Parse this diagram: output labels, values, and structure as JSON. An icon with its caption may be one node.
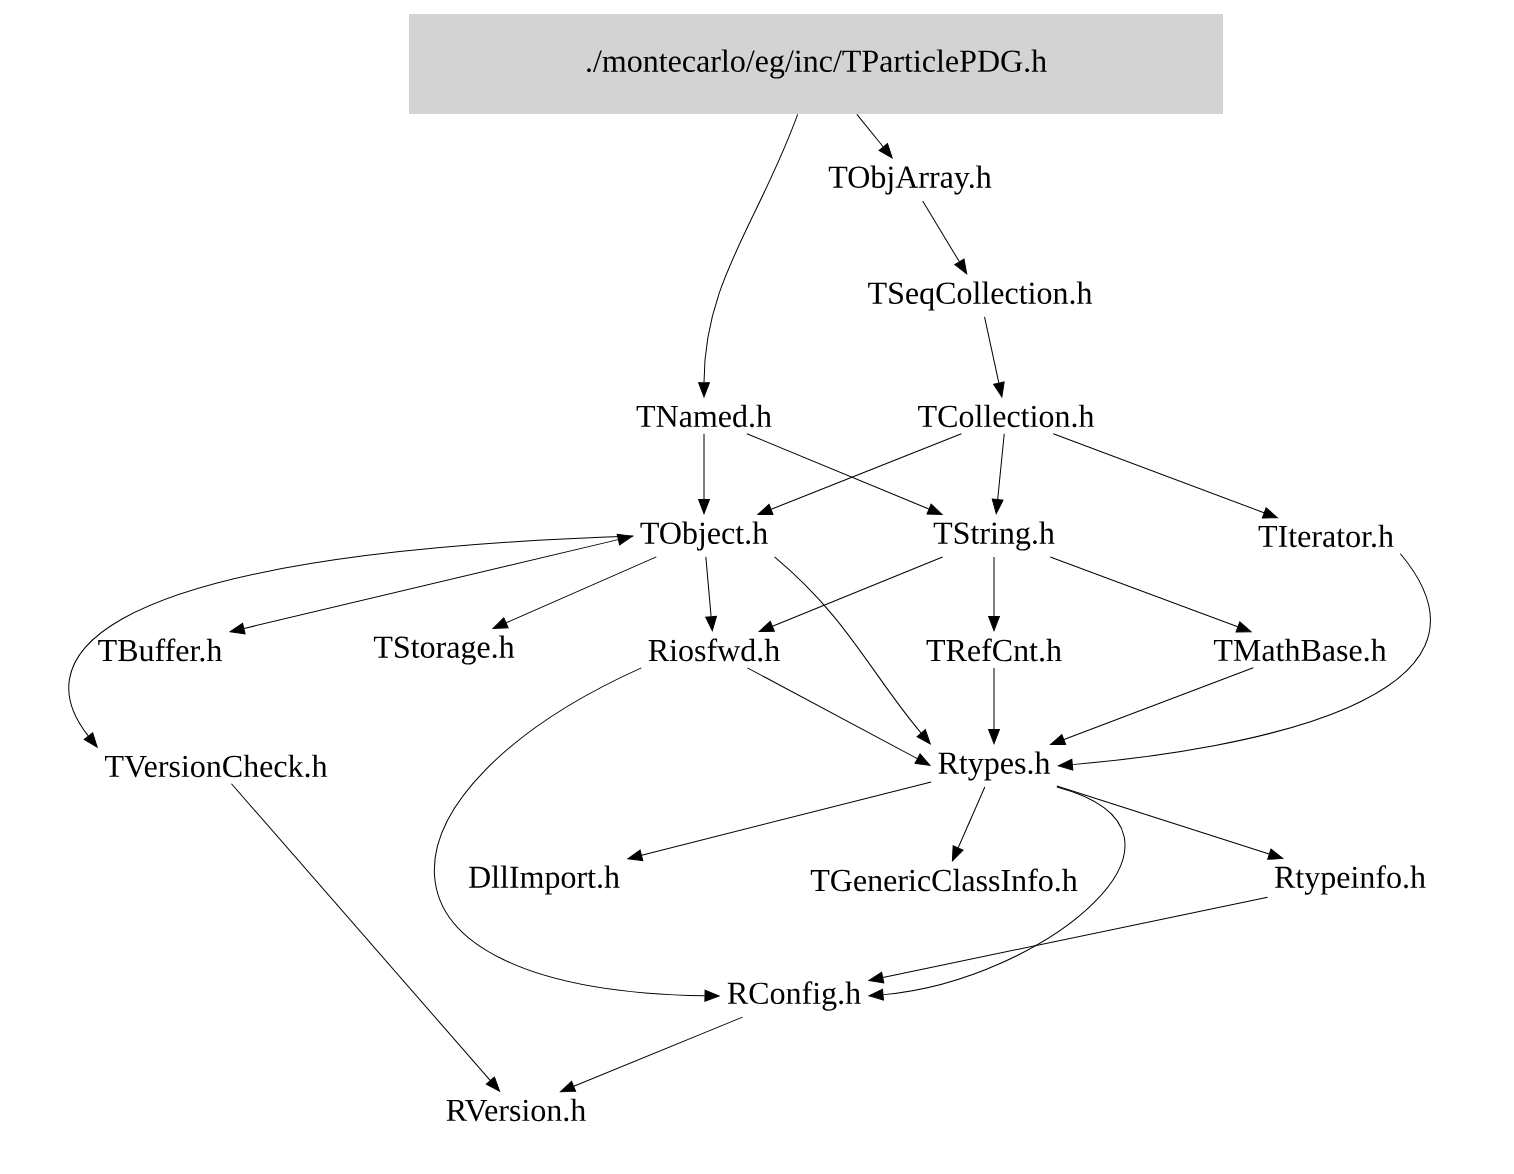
{
  "diagram": {
    "nodes": [
      {
        "text": [
          "./montecarlo/eg/inc/TParticlePDG.h"
        ]
      },
      {
        "text": [
          "TObjArray.h"
        ]
      },
      {
        "text": [
          "TSeqCollection.h"
        ]
      },
      {
        "text": [
          "TNamed.h"
        ]
      },
      {
        "text": [
          "TCollection.h"
        ]
      },
      {
        "text": [
          "TObject.h"
        ]
      },
      {
        "text": [
          "TString.h"
        ]
      },
      {
        "text": [
          "TIterator.h"
        ]
      },
      {
        "text": [
          "TBuffer.h"
        ]
      },
      {
        "text": [
          "TStorage.h"
        ]
      },
      {
        "text": [
          "Riosfwd.h"
        ]
      },
      {
        "text": [
          "TRefCnt.h"
        ]
      },
      {
        "text": [
          "TMathBase.h"
        ]
      },
      {
        "text": [
          "TVersionCheck.h"
        ]
      },
      {
        "text": [
          "Rtypes.h"
        ]
      },
      {
        "text": [
          "DllImport.h"
        ]
      },
      {
        "text": [
          "TGenericClassInfo.h"
        ]
      },
      {
        "text": [
          "Rtypeinfo.h"
        ]
      },
      {
        "text": [
          "RConfig.h"
        ]
      },
      {
        "text": [
          "RVersion.h"
        ]
      }
    ],
    "edges": [
      {
        "from": 0,
        "to": 1,
        "arrow": "to"
      },
      {
        "from": 0,
        "to": 3,
        "arrow": "to"
      },
      {
        "from": 1,
        "to": 2,
        "arrow": "to"
      },
      {
        "from": 2,
        "to": 4,
        "arrow": "to"
      },
      {
        "from": 3,
        "to": 5,
        "arrow": "to"
      },
      {
        "from": 3,
        "to": 6,
        "arrow": "to"
      },
      {
        "from": 4,
        "to": 5,
        "arrow": "to"
      },
      {
        "from": 4,
        "to": 6,
        "arrow": "to"
      },
      {
        "from": 4,
        "to": 7,
        "arrow": "to"
      },
      {
        "from": 5,
        "to": 13,
        "arrow": "to"
      },
      {
        "from": 5,
        "to": 8,
        "arrow": "both"
      },
      {
        "from": 5,
        "to": 9,
        "arrow": "to"
      },
      {
        "from": 5,
        "to": 10,
        "arrow": "to"
      },
      {
        "from": 5,
        "to": 14,
        "arrow": "to"
      },
      {
        "from": 6,
        "to": 10,
        "arrow": "to"
      },
      {
        "from": 6,
        "to": 11,
        "arrow": "to"
      },
      {
        "from": 6,
        "to": 12,
        "arrow": "to"
      },
      {
        "from": 7,
        "to": 14,
        "arrow": "to"
      },
      {
        "from": 10,
        "to": 14,
        "arrow": "to"
      },
      {
        "from": 10,
        "to": 18,
        "arrow": "to"
      },
      {
        "from": 11,
        "to": 14,
        "arrow": "to"
      },
      {
        "from": 12,
        "to": 14,
        "arrow": "to"
      },
      {
        "from": 14,
        "to": 15,
        "arrow": "to"
      },
      {
        "from": 14,
        "to": 16,
        "arrow": "to"
      },
      {
        "from": 14,
        "to": 17,
        "arrow": "to"
      },
      {
        "from": 14,
        "to": 18,
        "arrow": "to"
      },
      {
        "from": 17,
        "to": 18,
        "arrow": "to"
      },
      {
        "from": 13,
        "to": 19,
        "arrow": "to"
      },
      {
        "from": 18,
        "to": 19,
        "arrow": "to"
      }
    ]
  }
}
